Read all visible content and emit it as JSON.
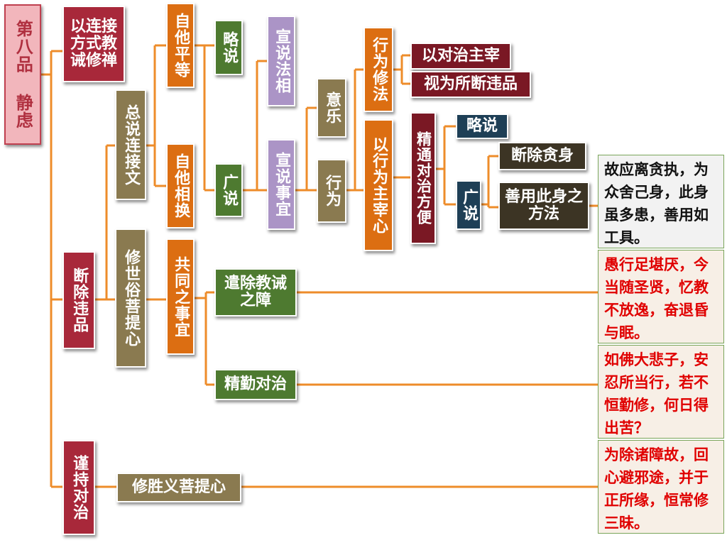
{
  "title": "第八品 静虑",
  "nodes": {
    "a1": "以连接方式教诫修禅",
    "a2": "断除违品",
    "a3": "谨持对治",
    "b1": "总说连接文",
    "b2": "修世俗菩提心",
    "b3": "修胜义菩提心",
    "c1": "自他平等",
    "c2": "自他相换",
    "c3": "共同之事宜",
    "d1": "略说",
    "d2": "广说",
    "d3": "遣除教诫之障",
    "d4": "精勤对治",
    "e1": "宣说法相",
    "e2": "宣说事宜",
    "f1": "意乐",
    "f2": "行为",
    "g1": "行为修法",
    "g2": "以行为主宰心",
    "h1": "以对治主宰",
    "h2": "视为所断违品",
    "h3": "精通对治方便",
    "i1": "略说",
    "i2": "广说",
    "j1": "断除贪身",
    "j2": "善用此身之方法"
  },
  "verses": {
    "v1": "故应离贪执，为众舍己身，此身虽多患，善用如工具。",
    "v2": "愚行足堪厌，今当随圣贤，忆教不放逸，奋退昏与眠。",
    "v3": "如佛大悲子，安忍所当行，若不恒勤修，何日得出苦？",
    "v4": "为除诸障故，回心避邪途，并于正所缘，恒常修三昧。"
  },
  "colors": {
    "connector": "#ee8c2a",
    "red_box": "#a8283a",
    "tan_box": "#8a7a50",
    "orange_box": "#dc6e12",
    "green_box": "#4e7a30",
    "purple_box": "#ab94c6",
    "maroon_box": "#7a1824",
    "navy_box": "#1e3f56",
    "dark_box": "#3c3424",
    "title_fill": "#f2b6bc",
    "verse_red_text": "#e00000"
  }
}
